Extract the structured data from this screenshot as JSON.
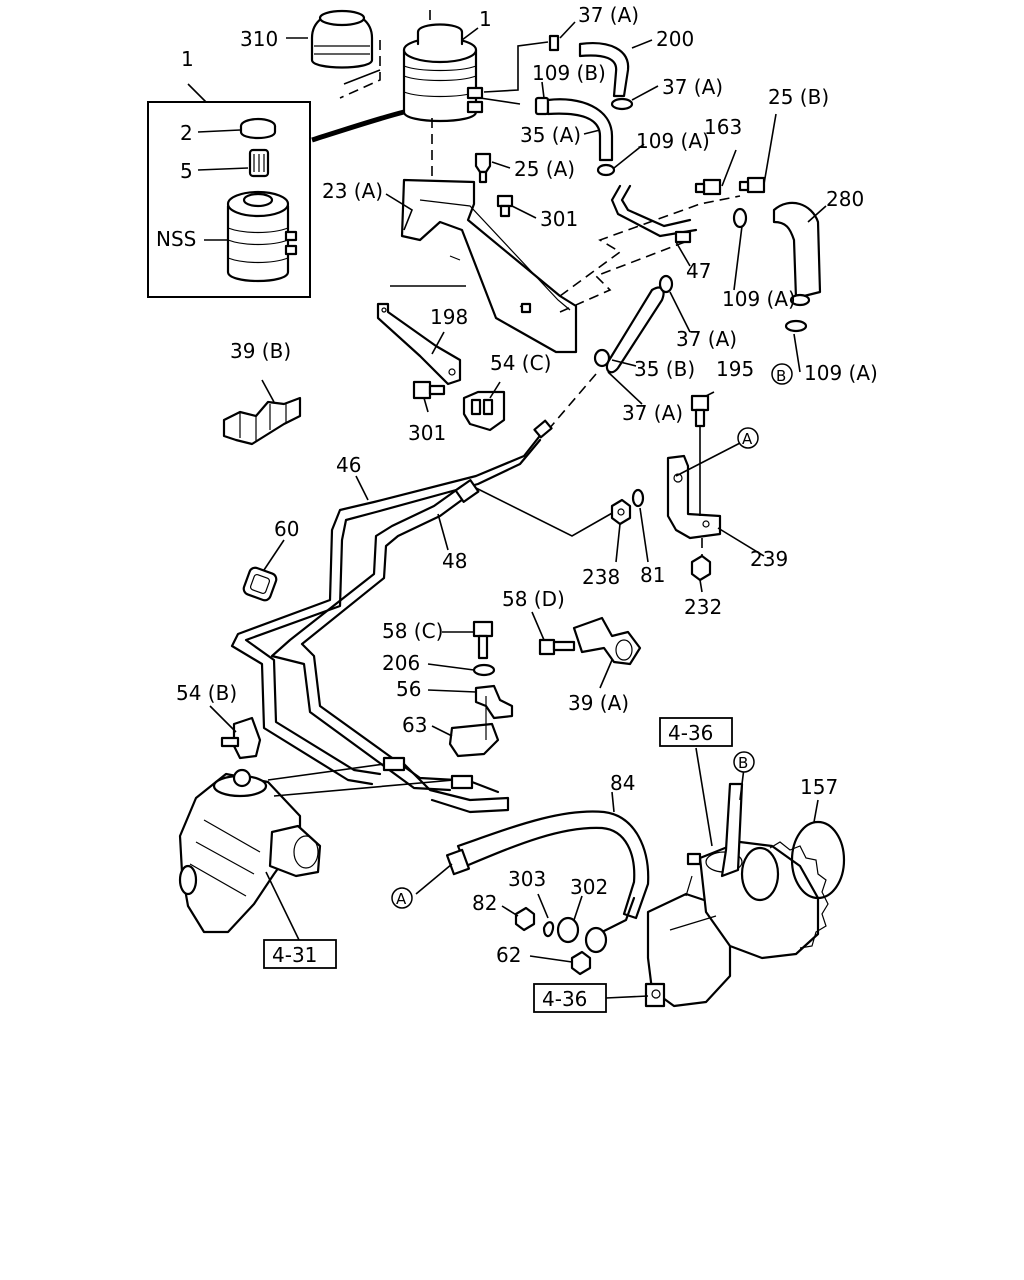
{
  "labels": {
    "l310": "310",
    "l1_top": "1",
    "l1_box": "1",
    "l2": "2",
    "l5": "5",
    "lNSS": "NSS",
    "l37a_1": "37 (A)",
    "l200": "200",
    "l109b": "109 (B)",
    "l37a_2": "37 (A)",
    "l25b": "25 (B)",
    "l35a": "35 (A)",
    "l109a_1": "109 (A)",
    "l163": "163",
    "l25a": "25 (A)",
    "l23a": "23 (A)",
    "l301_1": "301",
    "l280": "280",
    "l47": "47",
    "l109a_2": "109 (A)",
    "l198": "198",
    "l37a_3": "37 (A)",
    "l39b": "39 (B)",
    "l54c": "54 (C)",
    "l35b": "35 (B)",
    "l109a_3": "109 (A)",
    "lB_1": "B",
    "l195": "195",
    "l301_2": "301",
    "l37a_4": "37 (A)",
    "lA_1": "A",
    "l46": "46",
    "l60": "60",
    "l48": "48",
    "l238": "238",
    "l81": "81",
    "l239": "239",
    "l232": "232",
    "l58d": "58 (D)",
    "l58c": "58 (C)",
    "l206": "206",
    "l56": "56",
    "l39a": "39 (A)",
    "l54b": "54 (B)",
    "l63": "63",
    "l4_36_top": "4-36",
    "lB_2": "B",
    "l84": "84",
    "l157": "157",
    "l303": "303",
    "l302": "302",
    "lA_2": "A",
    "l82": "82",
    "l62": "62",
    "l4_31": "4-31",
    "l4_36_bottom": "4-36"
  }
}
